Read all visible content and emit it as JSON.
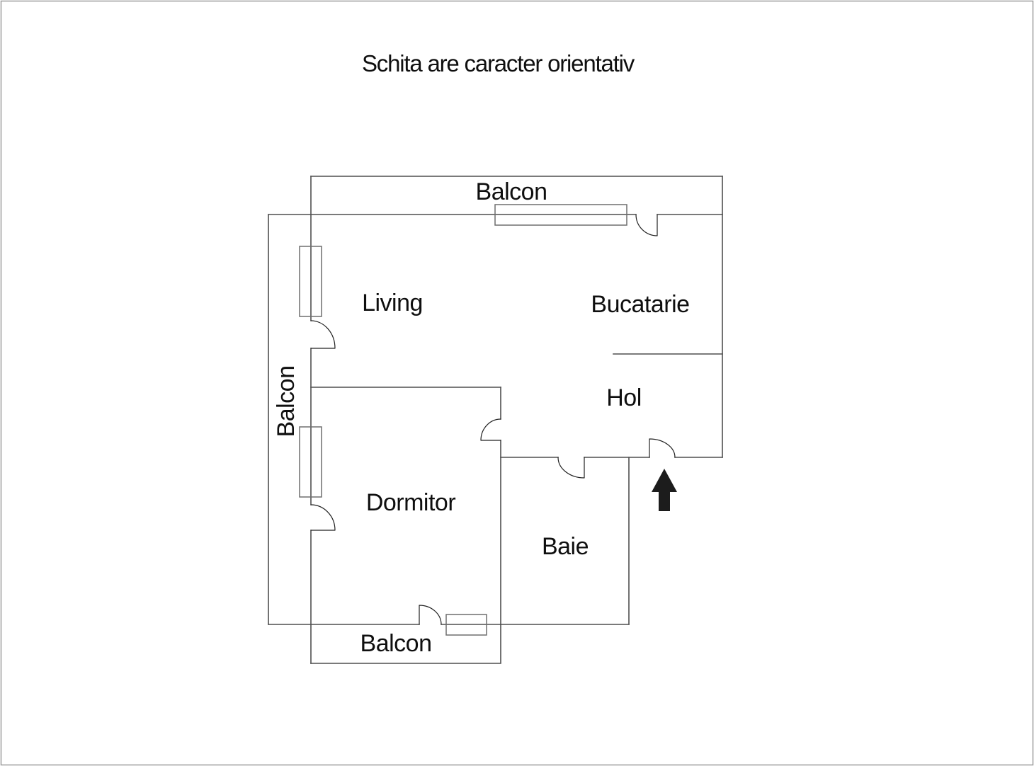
{
  "title": "Schita are caracter orientativ",
  "labels": {
    "balcon_top": "Balcon",
    "balcon_left": "Balcon",
    "balcon_bottom": "Balcon",
    "living": "Living",
    "bucatarie": "Bucatarie",
    "hol": "Hol",
    "dormitor": "Dormitor",
    "baie": "Baie"
  },
  "colors": {
    "background": "#ffffff",
    "page_border": "#9e9e9e",
    "wall": "#4f4f4f",
    "window": "#6e6e6e",
    "door": "#222222",
    "arrow": "#1c1c1c",
    "text": "#0f0f0f"
  }
}
